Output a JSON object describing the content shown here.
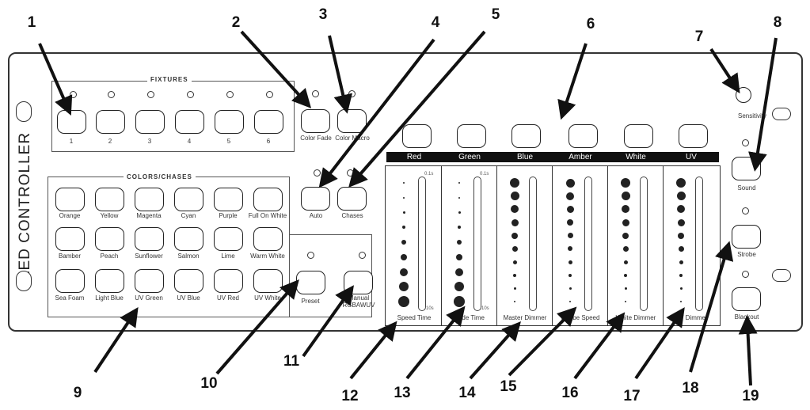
{
  "panel_title": "LED CONTROLLER",
  "fixtures": {
    "title": "FIXTURES",
    "buttons": [
      "1",
      "2",
      "3",
      "4",
      "5",
      "6"
    ]
  },
  "colors": {
    "title": "COLORS/CHASES",
    "row1": [
      "Orange",
      "Yellow",
      "Magenta",
      "Cyan",
      "Purple",
      "Full On White"
    ],
    "row2": [
      "Bamber",
      "Peach",
      "Sunflower",
      "Salmon",
      "Lime",
      "Warm White"
    ],
    "row3": [
      "Sea Foam",
      "Light Blue",
      "UV Green",
      "UV Blue",
      "UV Red",
      "UV White"
    ]
  },
  "func": {
    "color_fade": "Color Fade",
    "color_macro": "Color Macro",
    "auto": "Auto",
    "chases": "Chases",
    "preset": "Preset",
    "manual": "Manual RGBAWUV",
    "sensitivity": "Sensitivity",
    "sound": "Sound",
    "strobe": "Strobe",
    "blackout": "Blackout"
  },
  "channels": [
    "Red",
    "Green",
    "Blue",
    "Amber",
    "White",
    "UV"
  ],
  "faders": [
    "Speed Time",
    "Fade Time",
    "Master Dimmer",
    "Strobe Speed",
    "White Dimmer",
    "UV Dimmer"
  ],
  "fader_marks": {
    "top": "0.1s",
    "bottom": "10s"
  },
  "callouts": [
    "1",
    "2",
    "3",
    "4",
    "5",
    "6",
    "7",
    "8",
    "9",
    "10",
    "11",
    "12",
    "13",
    "14",
    "15",
    "16",
    "17",
    "18",
    "19"
  ]
}
